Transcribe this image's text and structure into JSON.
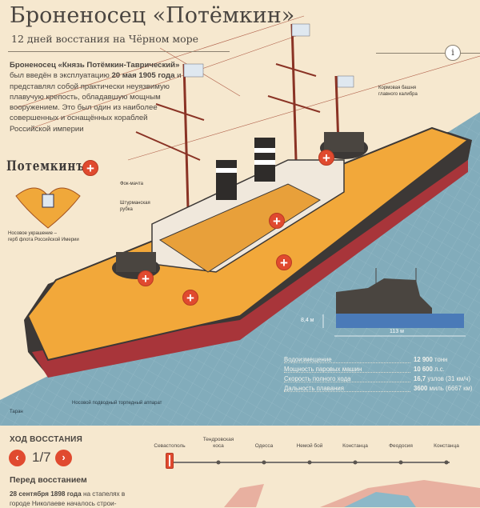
{
  "header": {
    "title": "Броненосец «Потёмкин»",
    "subtitle": "12 дней восстания на Чёрном море",
    "info_label": "i"
  },
  "intro": {
    "p1": "Броненосец «Князь Потёмкин-Таврический»",
    "p2": " был введён в эксплуатацию ",
    "p3": "20 мая 1905 года",
    "p4": " и представлял собой практически неуязвимую плавучую крепость, обладавшую мощным вооружением. Это был один из наиболее совершенных и оснащённых кораблей Российской империи"
  },
  "ship": {
    "name_old": "Потемкинъ",
    "plus": "+",
    "labels": {
      "fore_mast": "Фок-мачта",
      "nav_bridge": "Штурманская\nрубка",
      "emblem": "Носовое украшение –\nгерб флота Российской Имерии",
      "aft_turret": "Кормовая башня\nглавного калибра",
      "ram": "Таран",
      "torpedo": "Носовой подводный торпедный аппарат"
    },
    "draft": "8,4 м",
    "length": "113 м"
  },
  "stats": [
    {
      "label": "Водоизмещение",
      "value_b": "12 900",
      "value": " тонн"
    },
    {
      "label": "Мощность паровых машин",
      "value_b": "10 600",
      "value": " л.с."
    },
    {
      "label": "Скорость полного хода",
      "value_b": "16,7",
      "value": " узлов (31 км/ч)"
    },
    {
      "label": "Дальность плавания",
      "value_b": "3600",
      "value": " миль (6667 км)"
    }
  ],
  "timeline": {
    "heading": "ХОД ВОССТАНИЯ",
    "prev": "‹",
    "next": "›",
    "page": "1/7",
    "step_title": "Перед восстанием",
    "step_text_b": "28 сентября 1898 года",
    "step_text": " на стапелях в городе Николаеве началось строи-",
    "stops": [
      "Севастополь",
      "Тендровская коса",
      "Одесса",
      "Немой бой",
      "Констанца",
      "Феодосия",
      "Констанца"
    ]
  },
  "colors": {
    "accent": "#e04a2f",
    "sea": "#7fa8b8",
    "deck": "#f2a83a",
    "paper": "#f6e8cf"
  }
}
